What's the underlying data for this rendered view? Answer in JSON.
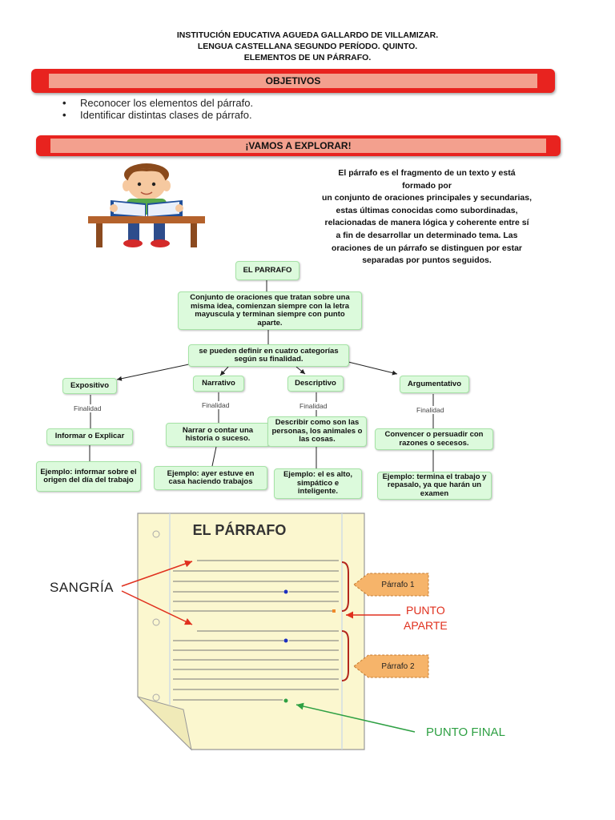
{
  "header": {
    "line1": "INSTITUCIÓN EDUCATIVA AGUEDA GALLARDO DE VILLAMIZAR.",
    "line2": "LENGUA CASTELLANA SEGUNDO PERÍODO. QUINTO.",
    "line3": "ELEMENTOS DE UN PÁRRAFO."
  },
  "objetivos": {
    "title": "OBJETIVOS",
    "items": [
      "Reconocer los elementos del párrafo.",
      "Identificar distintas clases de párrafo."
    ]
  },
  "explorar": {
    "title": "¡VAMOS A EXPLORAR!"
  },
  "intro": {
    "lines": [
      "El párrafo es el fragmento de un texto y está",
      "formado por",
      "un conjunto de oraciones principales y secundarias,",
      "estas últimas conocidas como subordinadas,",
      "relacionadas de manera lógica y coherente entre sí",
      "a fin de desarrollar un determinado tema. Las",
      "oraciones de un párrafo se distinguen por estar",
      "separadas por puntos seguidos."
    ]
  },
  "diagram": {
    "root": "EL PARRAFO",
    "definition": "Conjunto de oraciones que tratan sobre una misma idea, comienzan siempre con la letra mayuscula y terminan siempre con punto aparte.",
    "categories_text": "se pueden definir en cuatro categorías según su finalidad.",
    "finalidad": "Finalidad",
    "types": [
      {
        "name": "Expositivo",
        "purpose": "Informar o Explicar",
        "example": "Ejemplo: informar sobre el origen del día del trabajo"
      },
      {
        "name": "Narrativo",
        "purpose": "Narrar o contar una historia o suceso.",
        "example": "Ejemplo: ayer estuve en casa haciendo trabajos"
      },
      {
        "name": "Descriptivo",
        "purpose": "Describir como son las personas, los animales o las cosas.",
        "example": "Ejemplo: el es alto, simpático e inteligente."
      },
      {
        "name": "Argumentativo",
        "purpose": "Convencer o persuadir con razones o secesos.",
        "example": "Ejemplo: termina el trabajo y repasalo, ya que harán un examen"
      }
    ]
  },
  "illustration": {
    "title": "EL PÁRRAFO",
    "sangria": "SANGRÍA",
    "parrafo1": "Párrafo 1",
    "parrafo2": "Párrafo 2",
    "punto_aparte_1": "PUNTO",
    "punto_aparte_2": "APARTE",
    "punto_final": "PUNTO FINAL"
  },
  "colors": {
    "banner_red": "#e8231f",
    "banner_inner": "#f3a08e",
    "box_green": "#dcfadc",
    "paper_yellow": "#fbf7cf",
    "sangria_red": "#e0301e",
    "punto_final_green": "#2ea043",
    "tag_orange": "#f6b46a"
  }
}
